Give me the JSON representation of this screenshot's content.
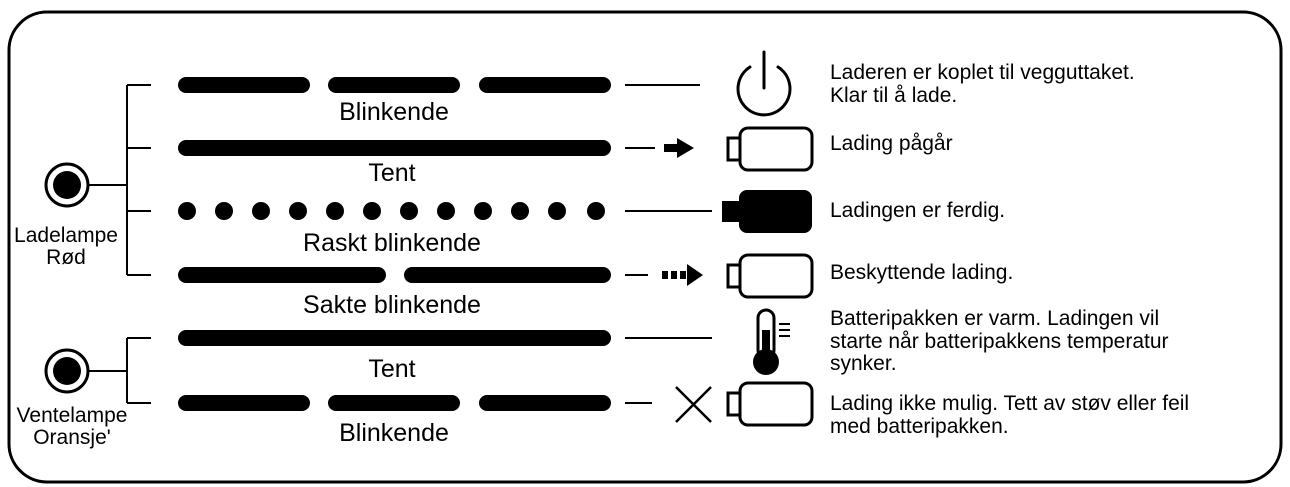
{
  "lamps": {
    "charge": {
      "lines": [
        "Ladelampe",
        "Rød"
      ]
    },
    "wait": {
      "lines": [
        "Ventelampe",
        "Oransje'"
      ]
    }
  },
  "rows": [
    {
      "pattern": "Blinkende",
      "line_style": "long-blink",
      "icon": "power-icon",
      "description": [
        "Laderen er koplet til vegguttaket.",
        "Klar til å lade."
      ]
    },
    {
      "pattern": "Tent",
      "line_style": "solid",
      "icon": "battery-charging-icon",
      "description": [
        "Lading pågår"
      ]
    },
    {
      "pattern": "Raskt blinkende",
      "line_style": "fast-blink",
      "icon": "battery-full-icon",
      "description": [
        "Ladingen er ferdig."
      ]
    },
    {
      "pattern": "Sakte blinkende",
      "line_style": "slow-blink",
      "icon": "battery-protective-icon",
      "description": [
        "Beskyttende lading."
      ]
    },
    {
      "pattern": "Tent",
      "line_style": "solid",
      "icon": "thermometer-icon",
      "description": [
        "Batteripakken er varm. Ladingen vil",
        "starte når batteripakkens temperatur",
        "synker."
      ]
    },
    {
      "pattern": "Blinkende",
      "line_style": "long-blink",
      "icon": "battery-error-icon",
      "description": [
        "Lading ikke mulig. Tett av støv eller feil",
        "med batteripakken."
      ]
    }
  ],
  "colors": {
    "ink": "#000000",
    "background": "#ffffff"
  }
}
